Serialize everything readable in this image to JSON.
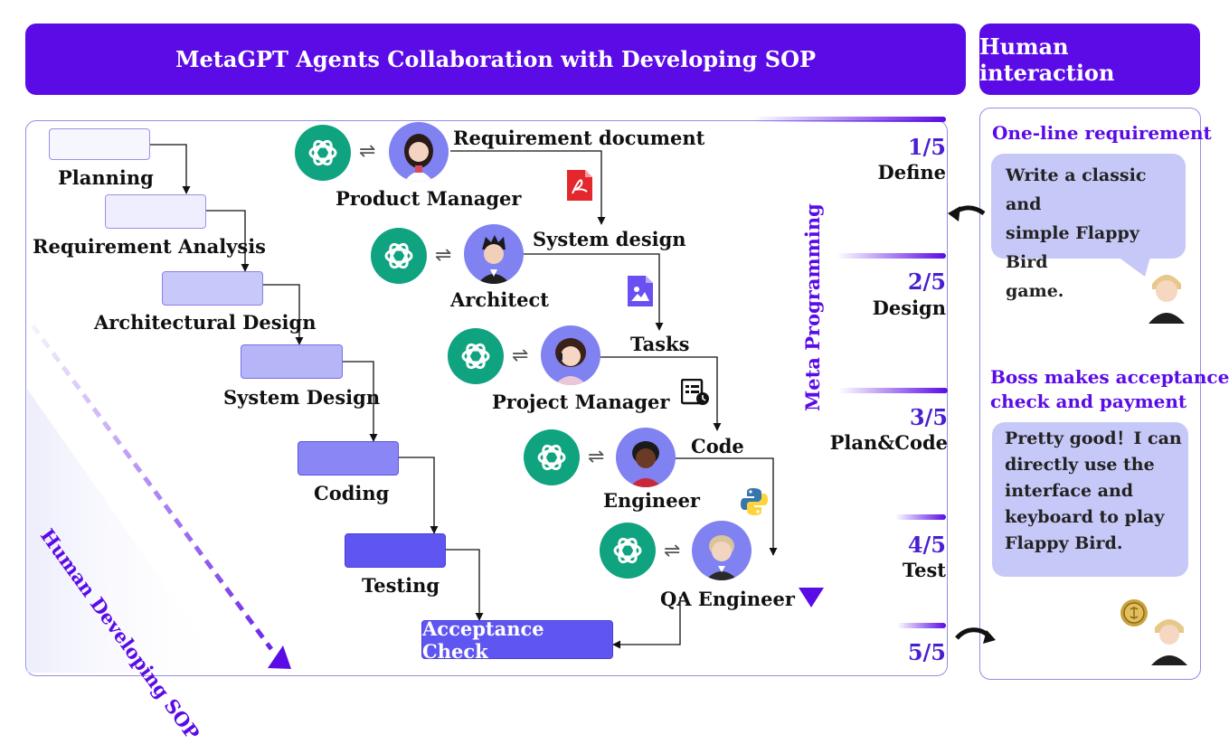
{
  "header": {
    "main_title": "MetaGPT Agents Collaboration with Developing SOP",
    "side_title": "Human interaction"
  },
  "human_sop": {
    "label": "Human Developing SOP",
    "steps": [
      {
        "label": "Planning"
      },
      {
        "label": "Requirement Analysis"
      },
      {
        "label": "Architectural Design"
      },
      {
        "label": "System Design"
      },
      {
        "label": "Coding"
      },
      {
        "label": "Testing"
      }
    ],
    "acceptance_label": "Acceptance Check"
  },
  "agents": {
    "swap_glyph": "⇌",
    "roles": [
      {
        "name": "Product Manager"
      },
      {
        "name": "Architect"
      },
      {
        "name": "Project Manager"
      },
      {
        "name": "Engineer"
      },
      {
        "name": "QA Engineer"
      }
    ],
    "artifacts": [
      {
        "label": "Requirement document",
        "icon": "pdf-icon"
      },
      {
        "label": "System design",
        "icon": "image-icon"
      },
      {
        "label": "Tasks",
        "icon": "task-list-icon"
      },
      {
        "label": "Code",
        "icon": "python-icon"
      }
    ]
  },
  "meta_programming": {
    "label": "Meta Programming"
  },
  "stages": [
    {
      "num": "1/5",
      "name": "Define"
    },
    {
      "num": "2/5",
      "name": "Design"
    },
    {
      "num": "3/5",
      "name": "Plan&Code"
    },
    {
      "num": "4/5",
      "name": "Test"
    },
    {
      "num": "5/5",
      "name": ""
    }
  ],
  "human_interaction": {
    "requirement_title": "One-line requirement",
    "requirement_text": [
      "Write a classic and",
      "simple Flappy Bird",
      "game."
    ],
    "boss_title": [
      "Boss makes acceptance",
      "check and payment"
    ],
    "boss_text": [
      "Pretty good！I can",
      "directly use the",
      "interface and",
      "keyboard to play",
      "Flappy Bird."
    ]
  },
  "colors": {
    "banner": "#5b0be6",
    "accent": "#4a1fd0",
    "gpt_green": "#10a37f",
    "avatar_bg": "#7f82f0",
    "bubble": "#c6c8f7"
  }
}
